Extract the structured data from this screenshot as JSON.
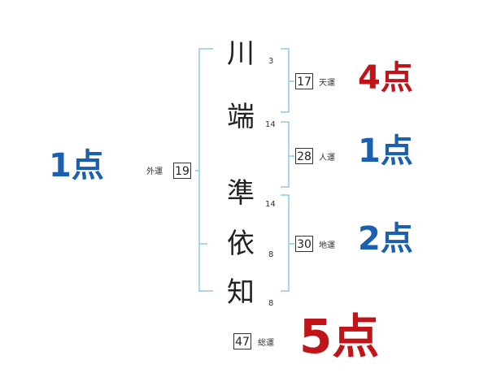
{
  "name_chars": [
    {
      "char": "川",
      "strokes": "3"
    },
    {
      "char": "端",
      "strokes": "14"
    },
    {
      "char": "準",
      "strokes": "14"
    },
    {
      "char": "依",
      "strokes": "8"
    },
    {
      "char": "知",
      "strokes": "8"
    }
  ],
  "fortunes": {
    "ten": {
      "label": "天運",
      "value": "17",
      "score": "4点"
    },
    "jin": {
      "label": "人運",
      "value": "28",
      "score": "1点"
    },
    "chi": {
      "label": "地運",
      "value": "30",
      "score": "2点"
    },
    "gai": {
      "label": "外運",
      "value": "19",
      "score": "1点"
    },
    "sou": {
      "label": "総運",
      "value": "47",
      "score": "5点"
    }
  },
  "colors": {
    "bracket": "#8ec8e8",
    "score_red": "#c0141a",
    "score_blue": "#1a5fb0"
  }
}
